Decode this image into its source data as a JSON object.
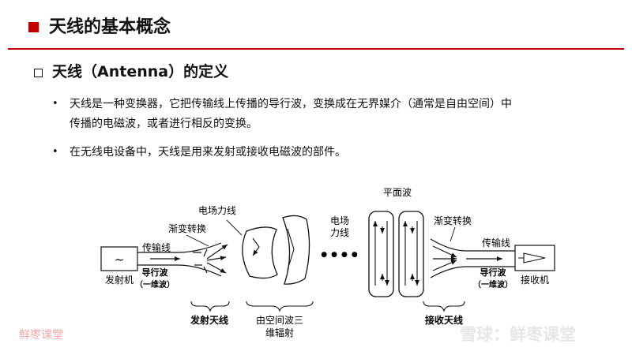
{
  "slide": {
    "title": "天线的基本概念",
    "section_title": "天线（Antenna）的定义",
    "bullets": [
      {
        "line1": "天线是一种变换器，它把传输线上传播的导行波，变换成在无界媒介（通常是自由空间）中",
        "line2": "传播的电磁波，或者进行相反的变换。"
      },
      {
        "line1": "在无线电设备中，天线是用来发射或接收电磁波的部件。"
      }
    ],
    "bullet_glyph": "•"
  },
  "diagram": {
    "source_symbol": "~",
    "transmitter": "发射机",
    "receiver": "接收机",
    "transmission_line_left": "传输线",
    "transmission_line_right": "传输线",
    "taper_left": "渐变转换",
    "taper_right": "渐变转换",
    "field_lines": "电场力线",
    "electric_field_line1": "电场",
    "electric_field_line2": "力线",
    "plane_wave": "平面波",
    "guided_wave_left": "导行波",
    "guided_wave_left_sub": "（一维波）",
    "guided_wave_right": "导行波",
    "guided_wave_right_sub": "（一维波）",
    "dots": "●●●●",
    "tx_antenna": "发射天线",
    "space_wave_line1": "由空间波三",
    "space_wave_line2": "维辐射",
    "rx_antenna": "接收天线"
  },
  "watermarks": {
    "left": "鲜枣课堂",
    "right": "雪球：鲜枣课堂"
  }
}
